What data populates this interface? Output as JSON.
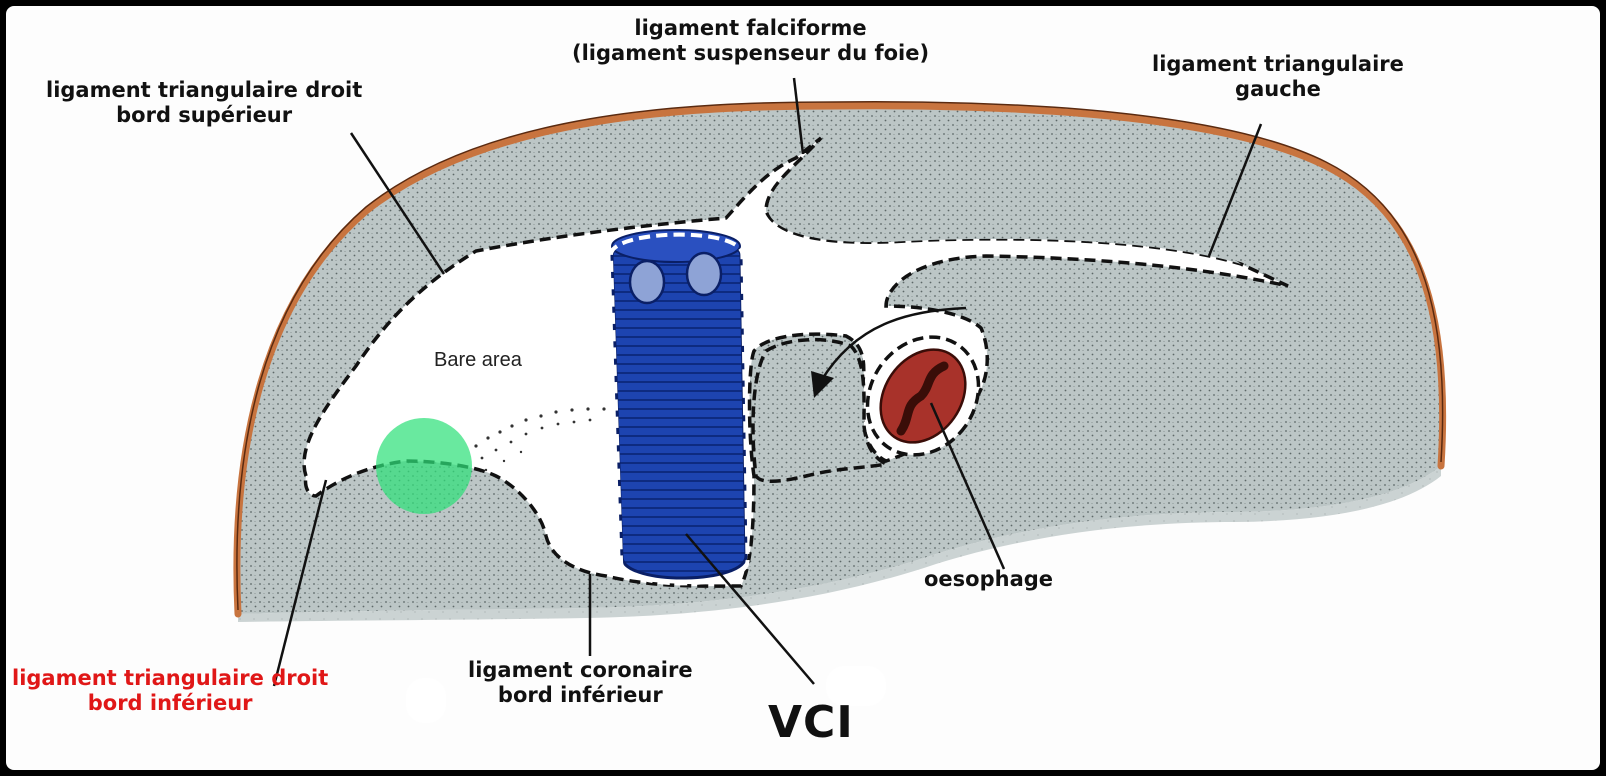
{
  "labels": {
    "falciform": {
      "line1": "ligament falciforme",
      "line2": "(ligament suspenseur du foie)"
    },
    "right_triangular_superior": {
      "line1": "ligament  triangulaire droit",
      "line2": "bord supérieur"
    },
    "left_triangular": {
      "line1": "ligament triangulaire",
      "line2": "gauche"
    },
    "bare_area": "Bare area",
    "right_triangular_inferior": {
      "line1": "ligament triangulaire droit",
      "line2": "bord inférieur"
    },
    "coronary_inferior": {
      "line1": "ligament coronaire",
      "line2": "bord inférieur"
    },
    "vci": "VCI",
    "oesophagus": "oesophage"
  },
  "colors": {
    "frame": "#000000",
    "background": "#fdfdfd",
    "liver_surface": "#bcc6c6",
    "capsule": "#c8743f",
    "vena_cava": "#1b3fa8",
    "oesophagus": "#8c1e16",
    "highlight": "#2fe07a",
    "red_label": "#e01717"
  }
}
